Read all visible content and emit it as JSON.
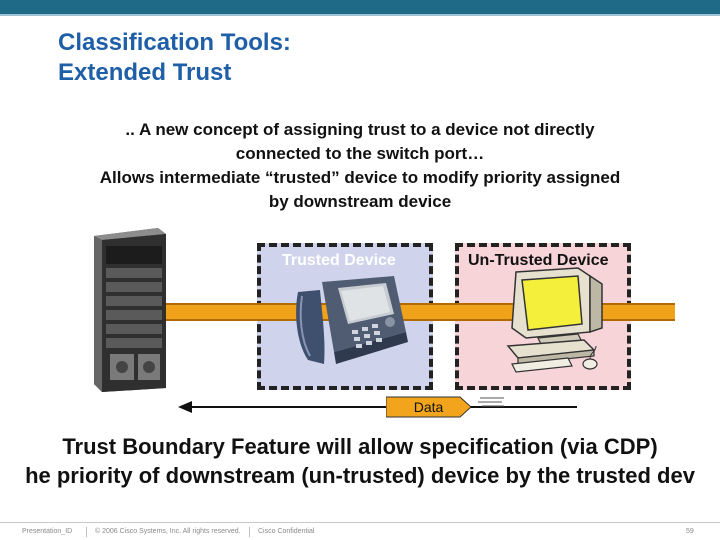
{
  "title": {
    "line1": "Classification Tools:",
    "line2": "Extended Trust"
  },
  "intro": {
    "line1": ".. A new concept of assigning trust to a device not directly",
    "line2": "connected to the switch port…",
    "line3": "Allows intermediate “trusted” device to modify priority assigned",
    "line4": "by downstream device"
  },
  "zones": {
    "trusted_label": "Trusted Device",
    "untrusted_label": "Un-Trusted Device"
  },
  "data_label": "Data",
  "feature": {
    "line1": "Trust Boundary Feature will allow specification (via CDP)",
    "line2": "he priority of downstream (un-trusted) device by the trusted dev"
  },
  "footer": {
    "presentation_id": "Presentation_ID",
    "copyright": "© 2006 Cisco Systems, Inc. All rights reserved.",
    "confidential": "Cisco Confidential",
    "page_number": "59"
  },
  "icons": [
    "network-switch-icon",
    "ip-phone-icon",
    "desktop-computer-icon"
  ],
  "colors": {
    "header_bar": "#1f6a86",
    "title": "#1f5fa8",
    "trusted_zone": "#cfd4ec",
    "untrusted_zone": "#f6d4d8",
    "cable": "#f0a21a",
    "data_tag": "#f2a51c"
  }
}
